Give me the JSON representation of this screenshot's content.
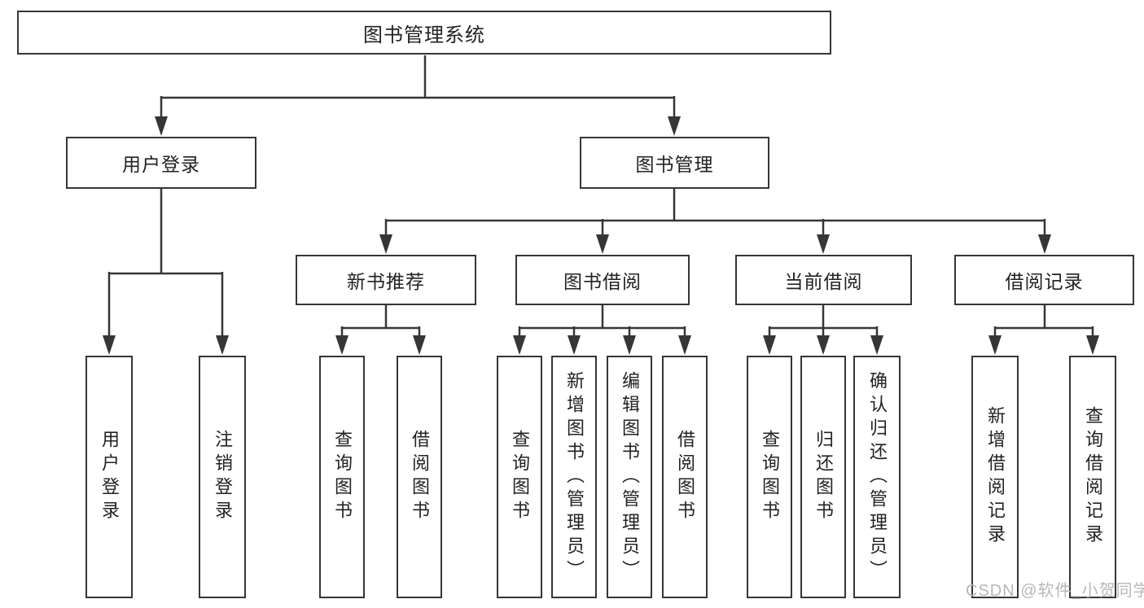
{
  "diagram": {
    "title_node": "图书管理系统",
    "level2": {
      "user_login": "用户登录",
      "book_management": "图书管理"
    },
    "level3": {
      "new_book_recommend": "新书推荐",
      "book_borrow": "图书借阅",
      "current_borrow": "当前借阅",
      "borrow_records": "借阅记录"
    },
    "leaves": {
      "user_login": "用户登录",
      "logout": "注销登录",
      "nb_query_books": "查询图书",
      "nb_borrow_books": "借阅图书",
      "bb_query_books": "查询图书",
      "bb_add_books_admin": "新增图书（管理员）",
      "bb_edit_books_admin": "编辑图书（管理员）",
      "bb_borrow_books": "借阅图书",
      "cb_query_books": "查询图书",
      "cb_return_books": "归还图书",
      "cb_confirm_return_admin": "确认归还（管理员）",
      "br_add_record": "新增借阅记录",
      "br_query_record": "查询借阅记录"
    }
  },
  "watermark": "CSDN @软件_小贺同学",
  "colors": {
    "line": "#363636",
    "text": "#222222",
    "watermark": "#b7b7b7"
  }
}
